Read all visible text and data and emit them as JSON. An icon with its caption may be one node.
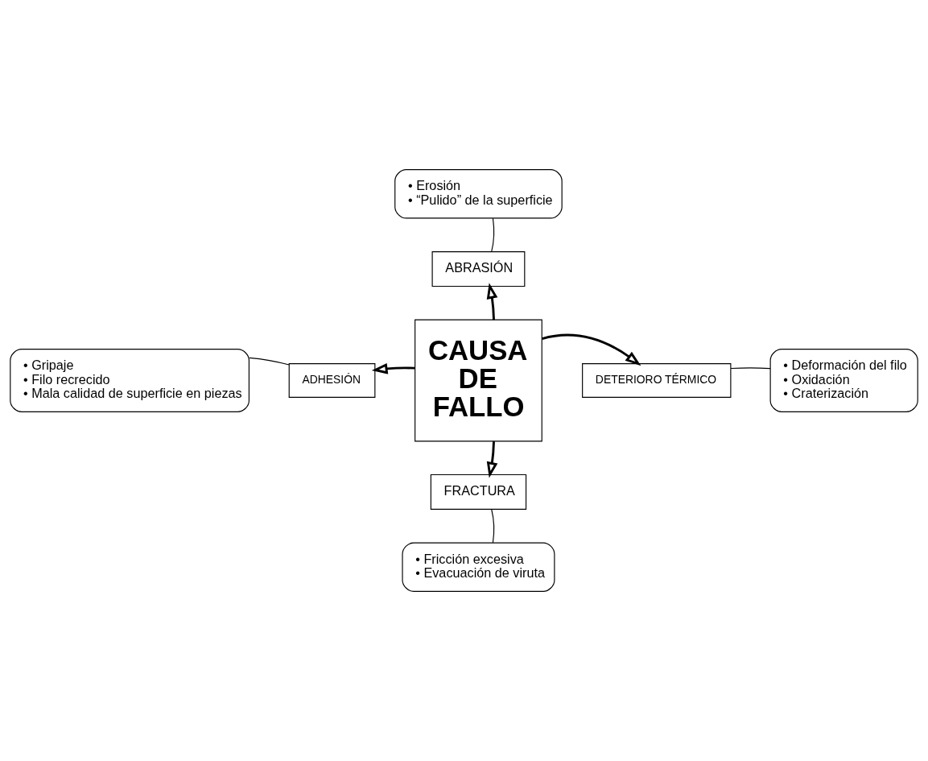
{
  "diagram": {
    "nodes": [
      {
        "text": [
          "CAUSA DE FALLO"
        ]
      },
      {
        "text": [
          "ABRASIÓN"
        ]
      },
      {
        "text": [
          "ADHESIÓN"
        ]
      },
      {
        "text": [
          "DETERIORO TÉRMICO"
        ]
      },
      {
        "text": [
          "FRACTURA"
        ]
      },
      {
        "text": [
          "• Erosión",
          "• “Pulido” de la superficie"
        ]
      },
      {
        "text": [
          "• Gripaje",
          "• Filo recrecido",
          "• Mala calidad de superficie en piezas"
        ]
      },
      {
        "text": [
          "• Deformación del filo",
          "• Oxidación",
          "• Craterización"
        ]
      },
      {
        "text": [
          "• Fricción excesiva",
          "• Evacuación de viruta"
        ]
      }
    ],
    "edges": [
      {
        "from": 0,
        "to": 1,
        "arrow": "to",
        "style": "thick"
      },
      {
        "from": 0,
        "to": 2,
        "arrow": "to",
        "style": "thick"
      },
      {
        "from": 0,
        "to": 3,
        "arrow": "to",
        "style": "thick"
      },
      {
        "from": 0,
        "to": 4,
        "arrow": "to",
        "style": "thick"
      },
      {
        "from": 5,
        "to": 1,
        "arrow": "none"
      },
      {
        "from": 6,
        "to": 2,
        "arrow": "none"
      },
      {
        "from": 3,
        "to": 7,
        "arrow": "none"
      },
      {
        "from": 4,
        "to": 8,
        "arrow": "none"
      }
    ]
  }
}
